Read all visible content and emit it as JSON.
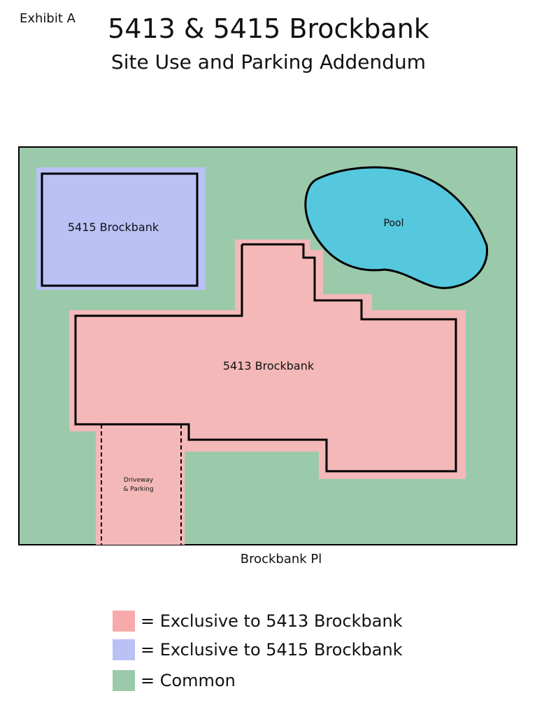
{
  "header": {
    "exhibit": "Exhibit A",
    "title": "5413 & 5415 Brockbank",
    "subtitle": "Site Use and Parking Addendum"
  },
  "map": {
    "label_5415": "5415 Brockbank",
    "label_pool": "Pool",
    "label_5413": "5413 Brockbank",
    "label_driveway_line1": "Driveway",
    "label_driveway_line2": "& Parking",
    "street": "Brockbank Pl"
  },
  "legend": {
    "items": [
      {
        "label": "= Exclusive to 5413 Brockbank",
        "color": "#f7aaaa"
      },
      {
        "label": "= Exclusive to 5415 Brockbank",
        "color": "#b9c1f5"
      },
      {
        "label": "= Common",
        "color": "#9bcaaa"
      }
    ]
  },
  "colors": {
    "common": "#9bcaaa",
    "exclusive_5413": "#f4b8b8",
    "exclusive_5415": "#b9c1f5",
    "pool": "#55c8de",
    "outline": "#000000"
  }
}
